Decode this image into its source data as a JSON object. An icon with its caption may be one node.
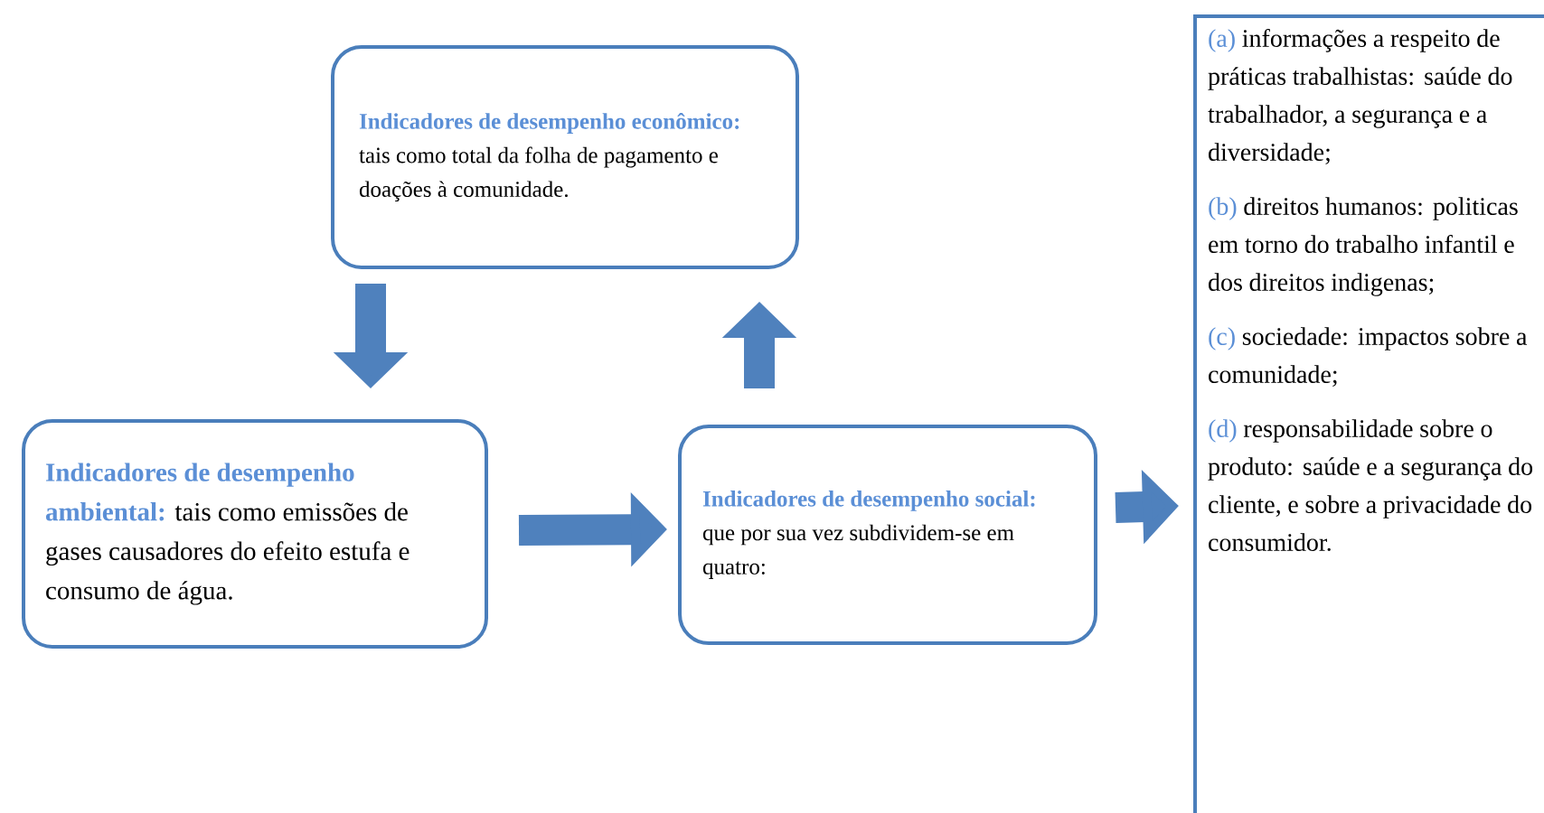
{
  "diagram": {
    "nodes": [
      {
        "text": [
          "Indicadores de desempenho econômico:",
          "tais como total da folha de pagamento e doações à comunidade."
        ]
      },
      {
        "text": [
          "Indicadores de desempenho ambiental:",
          "tais como emissões de gases causadores do efeito estufa e consumo de água."
        ]
      },
      {
        "text": [
          "Indicadores de desempenho social:",
          "que por sua vez subdividem-se em quatro:"
        ]
      },
      {
        "text": [
          "(a)",
          "informações a respeito de práticas trabalhistas: saúde do trabalhador, a segurança e a diversidade;",
          "(b)",
          "direitos humanos: politicas em torno do trabalho infantil e dos direitos indigenas;",
          "(c)",
          "sociedade: impactos sobre a comunidade;",
          "(d)",
          "responsabilidade sobre o produto: saúde e a segurança do cliente, e sobre a privacidade do consumidor."
        ]
      }
    ],
    "edges": [
      {
        "from": 0,
        "to": 1,
        "arrow": "to"
      },
      {
        "from": 1,
        "to": 2,
        "arrow": "to"
      },
      {
        "from": 2,
        "to": 0,
        "arrow": "to"
      },
      {
        "from": 2,
        "to": 3,
        "arrow": "to"
      }
    ]
  }
}
